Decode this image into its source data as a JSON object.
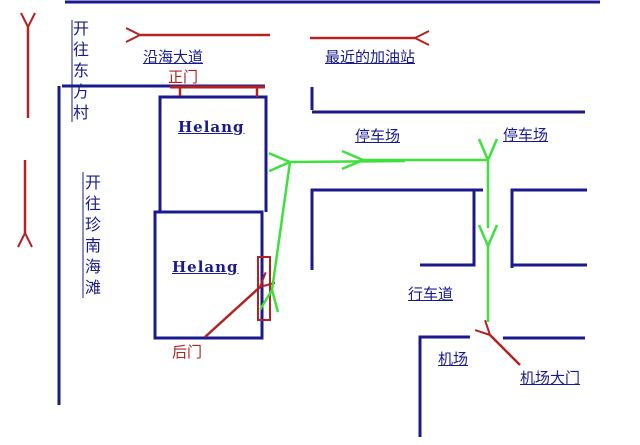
{
  "colors": {
    "road": "#1a1a8c",
    "arrow": "#b22222",
    "route": "#3ee03e"
  },
  "labels": {
    "to_dongfang": "开往东方村",
    "to_zhennan": "开往珍南海滩",
    "coastal_avenue": "沿海大道",
    "nearest_gas_station": "最近的加油站",
    "main_gate": "正门",
    "back_gate": "后门",
    "helang_1": "Helang",
    "helang_2": "Helang",
    "parking_1": "停车场",
    "parking_2": "停车场",
    "driveway": "行车道",
    "airport": "机场",
    "airport_gate": "机场大门"
  }
}
